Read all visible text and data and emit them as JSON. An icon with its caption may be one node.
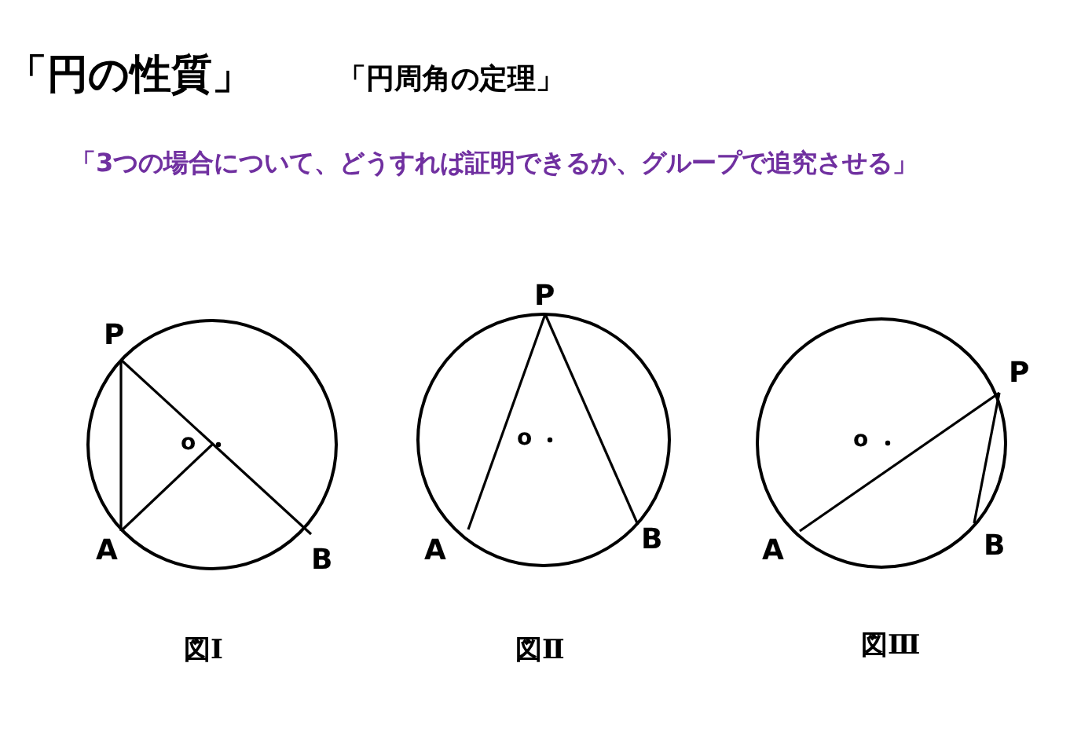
{
  "diagram": {
    "title": "「円の性質」",
    "nodes": [
      {
        "text": [],
        "shape": "circle",
        "beside": [
          "図Ⅰ"
        ]
      },
      {
        "text": [],
        "shape": "circle",
        "beside": [
          "図Ⅱ"
        ]
      },
      {
        "text": [],
        "shape": "circle",
        "beside": [
          "図Ⅲ"
        ]
      }
    ],
    "labels": [
      "「円周角の定理」",
      "「3つの場合について、どうすれば証明できるか、グループで追究させる」",
      "P",
      "P",
      "P",
      "o",
      "o",
      "o",
      "A",
      "B",
      "A",
      "B",
      "A",
      "B"
    ]
  }
}
